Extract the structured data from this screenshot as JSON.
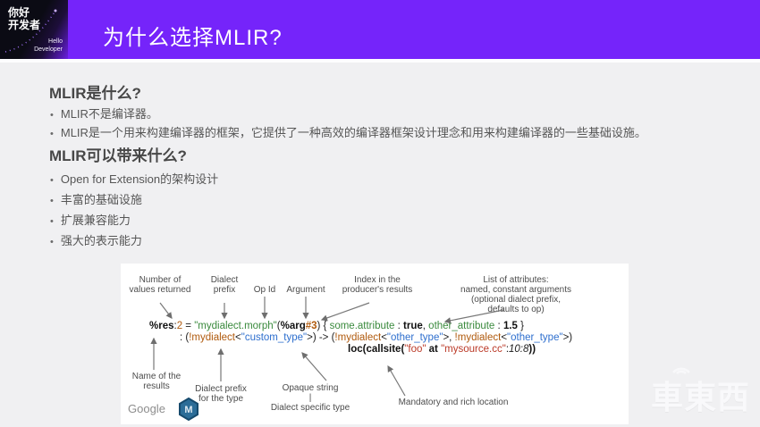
{
  "header": {
    "title": "为什么选择MLIR?",
    "logo": {
      "cn": "你好\n开发者",
      "en": "Hello\nDeveloper"
    }
  },
  "content": {
    "section1": {
      "heading": "MLIR是什么?",
      "bullets": [
        "MLIR不是编译器。",
        "MLIR是一个用来构建编译器的框架，它提供了一种高效的编译器框架设计理念和用来构建编译器的一些基础设施。"
      ]
    },
    "section2": {
      "heading": "MLIR可以带来什么?",
      "bullets": [
        "Open for Extension的架构设计",
        "丰富的基础设施",
        "扩展兼容能力",
        "强大的表示能力"
      ]
    }
  },
  "diagram": {
    "top_labels": [
      {
        "text": "Number of\nvalues returned"
      },
      {
        "text": "Dialect\nprefix"
      },
      {
        "text": "Op Id"
      },
      {
        "text": "Argument"
      },
      {
        "text": "Index in the\nproducer's results"
      },
      {
        "text": "List of attributes:\nnamed, constant arguments\n(optional dialect prefix, defaults to op)"
      }
    ],
    "bottom_labels": [
      {
        "text": "Name of the\nresults"
      },
      {
        "text": "Dialect prefix\nfor the type"
      },
      {
        "text": "Opaque string"
      },
      {
        "text": "|"
      },
      {
        "text": "Dialect specific type"
      },
      {
        "text": "Mandatory and rich location"
      }
    ],
    "code": {
      "line1": [
        {
          "t": "%res",
          "c": "b"
        },
        {
          "t": ":",
          "c": "d"
        },
        {
          "t": "2",
          "c": "o"
        },
        {
          "t": " = ",
          "c": "d"
        },
        {
          "t": "\"mydialect.morph\"",
          "c": "g"
        },
        {
          "t": "(",
          "c": "d"
        },
        {
          "t": "%arg",
          "c": "b"
        },
        {
          "t": "#3",
          "c": "ob"
        },
        {
          "t": ") { ",
          "c": "d"
        },
        {
          "t": "some.attribute",
          "c": "g"
        },
        {
          "t": " : ",
          "c": "d"
        },
        {
          "t": "true",
          "c": "b"
        },
        {
          "t": ", ",
          "c": "d"
        },
        {
          "t": "other_attribute",
          "c": "g"
        },
        {
          "t": " : ",
          "c": "d"
        },
        {
          "t": "1.5",
          "c": "b"
        },
        {
          "t": " }",
          "c": "d"
        }
      ],
      "line2": [
        {
          "t": ": (",
          "c": "d"
        },
        {
          "t": "!mydialect",
          "c": "o"
        },
        {
          "t": "<",
          "c": "d"
        },
        {
          "t": "\"custom_type\"",
          "c": "bl"
        },
        {
          "t": ">) -> (",
          "c": "d"
        },
        {
          "t": "!mydialect",
          "c": "o"
        },
        {
          "t": "<",
          "c": "d"
        },
        {
          "t": "\"other_type\"",
          "c": "bl"
        },
        {
          "t": ">, ",
          "c": "d"
        },
        {
          "t": "!mydialect",
          "c": "o"
        },
        {
          "t": "<",
          "c": "d"
        },
        {
          "t": "\"other_type\"",
          "c": "bl"
        },
        {
          "t": ">)",
          "c": "d"
        }
      ],
      "line3": [
        {
          "t": "loc(",
          "c": "b"
        },
        {
          "t": "callsite",
          "c": "b"
        },
        {
          "t": "(",
          "c": "b"
        },
        {
          "t": "\"foo\"",
          "c": "r"
        },
        {
          "t": " ",
          "c": "d"
        },
        {
          "t": "at",
          "c": "b"
        },
        {
          "t": " ",
          "c": "d"
        },
        {
          "t": "\"mysource.cc\"",
          "c": "r"
        },
        {
          "t": ":",
          "c": "d"
        },
        {
          "t": "10:8",
          "c": "i"
        },
        {
          "t": "))",
          "c": "b"
        }
      ]
    },
    "google_label": "Google",
    "colors": {
      "green": "#3a8a3d",
      "orange": "#b05a0d",
      "blue": "#2e6fce",
      "red": "#bb3a28"
    }
  },
  "watermark": {
    "text": "車東西"
  },
  "theme": {
    "header_purple": "#7524fa",
    "panel_white": "#ffffff",
    "page_bg": "#f0f0f2"
  }
}
